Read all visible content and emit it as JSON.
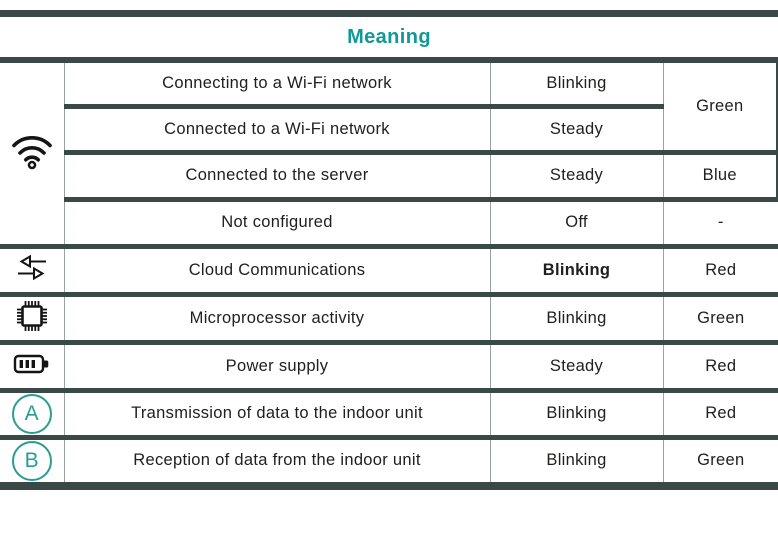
{
  "header": {
    "title": "Meaning"
  },
  "colors": {
    "accent_teal": "#11999a",
    "rule_dark": "#3a4946",
    "divider_gray": "#9aa2a0",
    "badge_teal": "#2a9d8f",
    "text": "#20201e"
  },
  "table": {
    "wifi_group": {
      "icon": "wifi-icon",
      "rows": [
        {
          "description": "Connecting to a Wi-Fi network",
          "state": "Blinking"
        },
        {
          "description": "Connected to a Wi-Fi network",
          "state": "Steady"
        },
        {
          "description": "Connected to the server",
          "state": "Steady"
        },
        {
          "description": "Not configured",
          "state": "Off"
        }
      ],
      "led_colors": [
        {
          "label": "Green"
        },
        {
          "label": "Blue"
        },
        {
          "label": "-"
        }
      ]
    },
    "rows": [
      {
        "icon": "data-exchange-icon",
        "description": "Cloud Communications",
        "state": "Blinking",
        "led_color": "Red"
      },
      {
        "icon": "microprocessor-icon",
        "description": "Microprocessor activity",
        "state": "Blinking",
        "led_color": "Green"
      },
      {
        "icon": "battery-icon",
        "description": "Power supply",
        "state": "Steady",
        "led_color": "Red"
      },
      {
        "icon": "circled-letter-a",
        "badge": "A",
        "description": "Transmission of data to the indoor unit",
        "state": "Blinking",
        "led_color": "Red"
      },
      {
        "icon": "circled-letter-b",
        "badge": "B",
        "description": "Reception of data from the indoor unit",
        "state": "Blinking",
        "led_color": "Green"
      }
    ]
  }
}
